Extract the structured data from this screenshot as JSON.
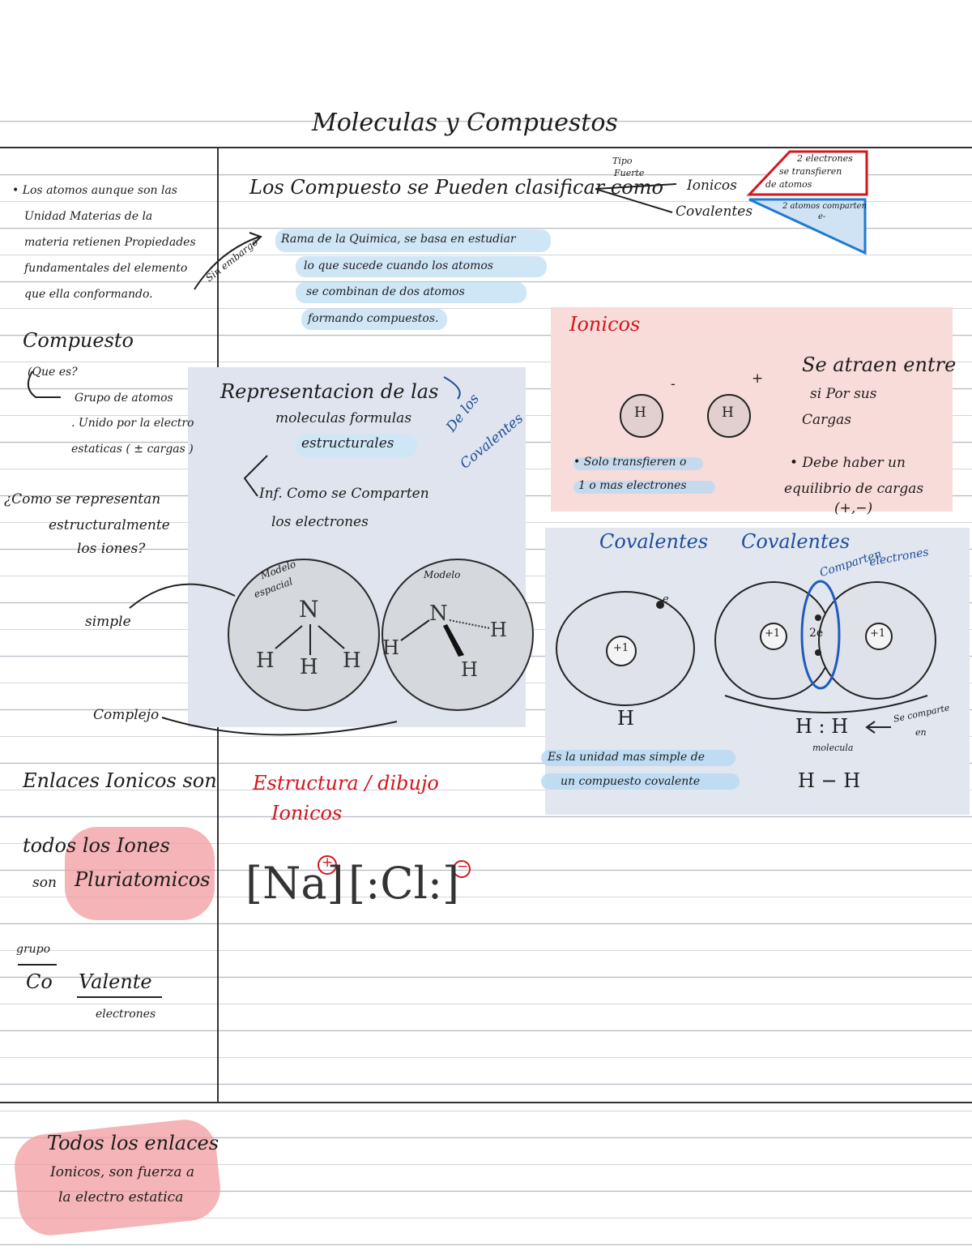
{
  "title": "Moleculas y Compuestos",
  "left_column": {
    "intro": [
      "• Los atomos aunque son las",
      "Unidad Materias de la",
      "materia retienen Propiedades",
      "fundamentales del elemento",
      "que ella conformando."
    ],
    "compuesto_label": "Compuesto",
    "que_es": "(Que es?",
    "grupo": [
      "Grupo de atomos",
      ". Unido por la electro",
      "estaticas ( ± cargas )"
    ],
    "question": [
      "¿Como se representan",
      "estructuralmente",
      "los iones?"
    ],
    "simple": "simple",
    "complejo": "Complejo",
    "enlaces": "Enlaces Ionicos son",
    "todos": [
      "todos los Iones",
      "son"
    ],
    "pluriatomicos": "Pluriatomicos",
    "grupo_small": "grupo",
    "co": "Co",
    "valente": "Valente",
    "electrones": "electrones"
  },
  "main": {
    "clasificar": "Los Compuesto se Pueden clasificar como",
    "tipo_fuerte": [
      "Tipo",
      "Fuerte"
    ],
    "types": [
      "Ionicos",
      "Covalentes"
    ],
    "red_box": [
      "2 electrones",
      "se transfieren",
      "de atomos"
    ],
    "blue_box": [
      "2 atomos comparten",
      "e-"
    ],
    "sin_embargo": "Sin embargo",
    "rama": [
      "Rama de la Quimica, se basa en estudiar",
      "lo que sucede cuando los atomos",
      "se combinan de dos atomos",
      "formando compuestos."
    ],
    "representacion": [
      "Representacion de las",
      "moleculas formulas",
      "estructurales"
    ],
    "de_covalentes": [
      "De los",
      "Covalentes"
    ],
    "info": [
      "Inf. Como se Comparten",
      "los electrones"
    ],
    "modelo_espacial": [
      "Modelo",
      "espacial"
    ],
    "modelo": "Modelo",
    "estructura": [
      "Estructura / dibujo",
      "Ionicos"
    ],
    "nacl": {
      "na": "[Na]",
      "cl": "[:Cl:]",
      "plus": "+",
      "minus": "−"
    }
  },
  "ionicos_panel": {
    "title": "Ionicos",
    "atom_label": "H",
    "minus": "-",
    "plus": "+",
    "note1": [
      "• Solo transfieren o",
      "1 o mas electrones"
    ],
    "note2": [
      "Se atraen entre",
      "si Por sus",
      "Cargas"
    ],
    "note3": [
      "• Debe haber un",
      "equilibrio de cargas",
      "(+,−)"
    ]
  },
  "covalentes_panel": {
    "title1": "Covalentes",
    "title2": "Covalentes",
    "comparten": "Comparten",
    "electrones": "electrones",
    "plus_one": "+1",
    "two_e": "2e",
    "electron": "e",
    "h": "H",
    "h_dots": "H : H",
    "molecula": "molecula",
    "h_dash": "H − H",
    "comparte": [
      "Se comparte",
      "en"
    ],
    "note": [
      "Es la unidad mas simple de",
      "un compuesto covalente"
    ]
  },
  "bottom": [
    "Todos los enlaces",
    "Ionicos, son fuerza a",
    "la electro estatica"
  ],
  "molecules": {
    "nh3_left": {
      "n": "N",
      "h": [
        "H",
        "H",
        "H"
      ]
    },
    "nh3_right": {
      "n": "N",
      "h": [
        "H",
        "H",
        "H"
      ]
    }
  }
}
